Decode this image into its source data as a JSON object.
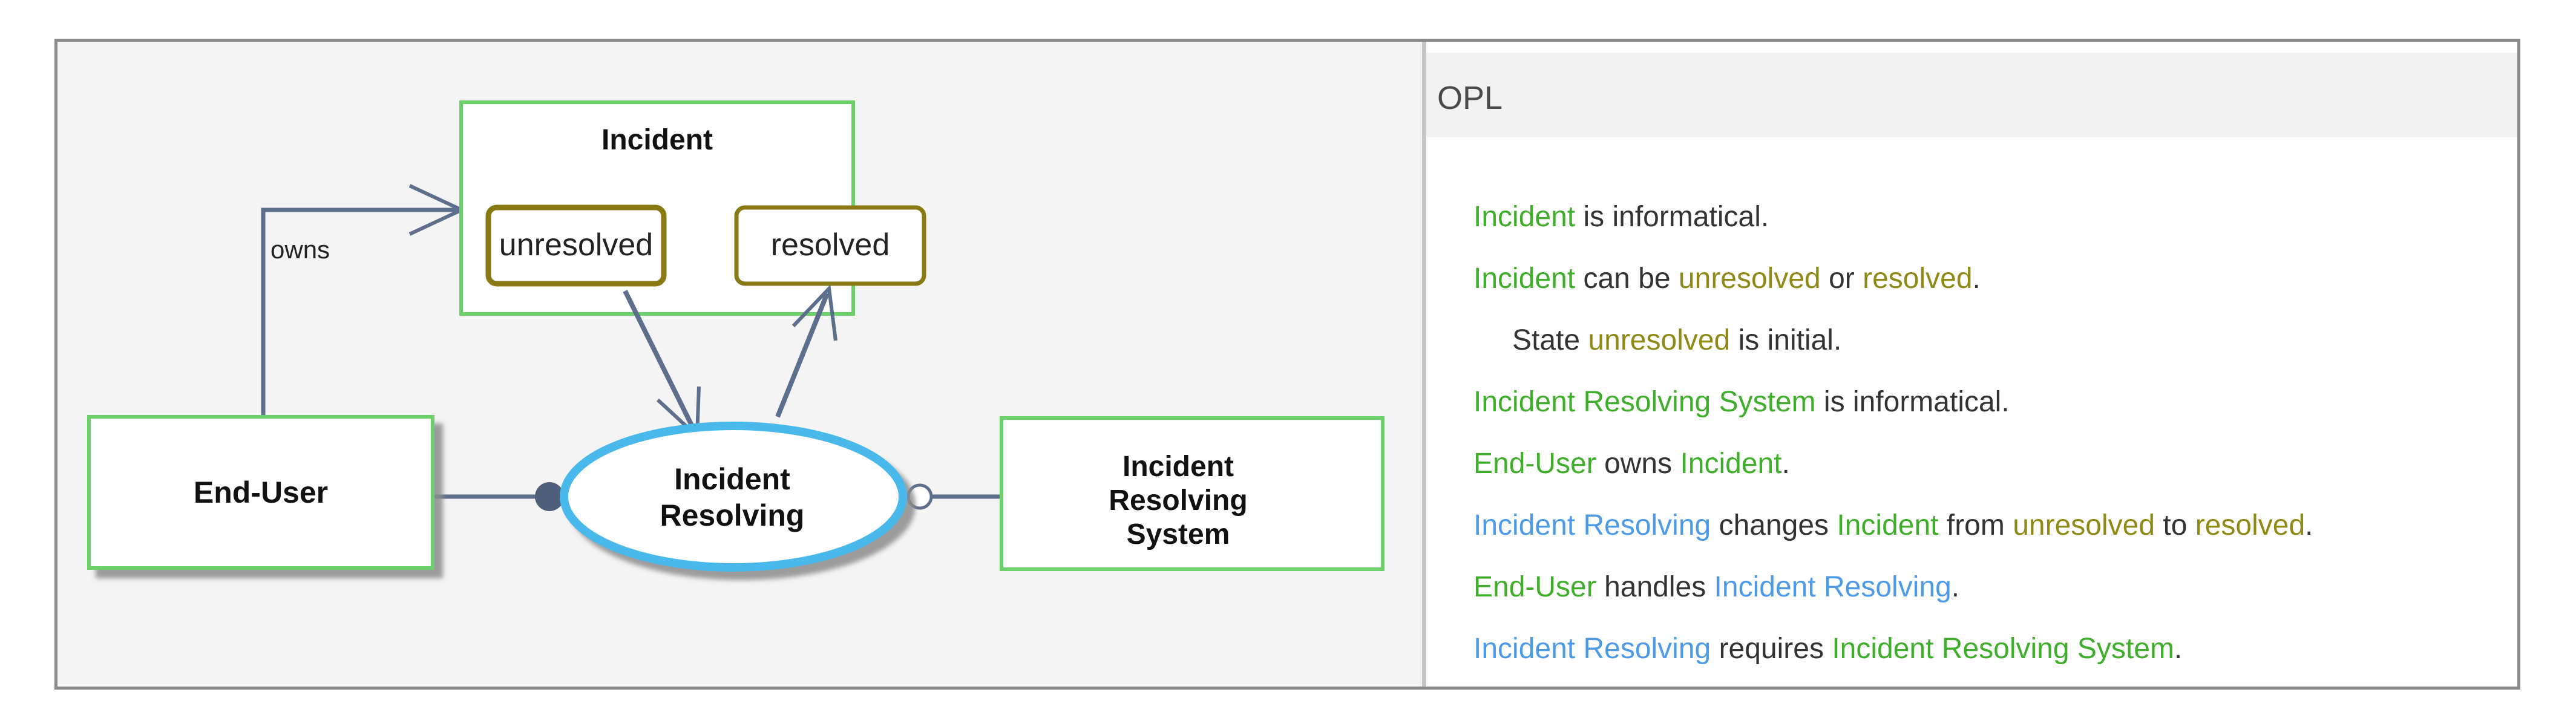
{
  "colors": {
    "object": "#3fae2a",
    "process": "#4d9be6",
    "state": "#8f8a16",
    "text": "#333333"
  },
  "diagram": {
    "incident_label": "Incident",
    "state_unresolved": "unresolved",
    "state_resolved": "resolved",
    "link_owns": "owns",
    "end_user_label": "End-User",
    "process_line1": "Incident",
    "process_line2": "Resolving",
    "system_line1": "Incident",
    "system_line2": "Resolving",
    "system_line3": "System"
  },
  "opl": {
    "title": "OPL",
    "l1": {
      "a": "Incident",
      "b": " is informatical."
    },
    "l2": {
      "a": "Incident",
      "b": " can be ",
      "c": "unresolved",
      "d": " or ",
      "e": "resolved",
      "f": "."
    },
    "l3": {
      "a": "State ",
      "b": "unresolved",
      "c": " is initial."
    },
    "l4": {
      "a": "Incident Resolving System",
      "b": " is informatical."
    },
    "l5": {
      "a": "End-User",
      "b": " owns ",
      "c": "Incident",
      "d": "."
    },
    "l6": {
      "a": "Incident Resolving",
      "b": " changes ",
      "c": "Incident",
      "d": " from ",
      "e": "unresolved",
      "f": " to ",
      "g": "resolved",
      "h": "."
    },
    "l7": {
      "a": "End-User",
      "b": " handles ",
      "c": "Incident Resolving",
      "d": "."
    },
    "l8": {
      "a": "Incident Resolving",
      "b": " requires ",
      "c": "Incident Resolving System",
      "d": "."
    }
  }
}
